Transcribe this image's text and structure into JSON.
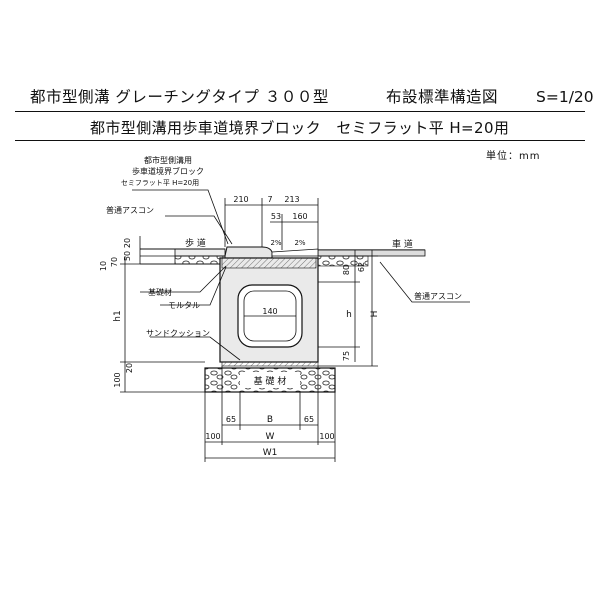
{
  "header": {
    "title": "都市型側溝 グレーチングタイプ ３００型",
    "standard": "布設標準構造図",
    "scale": "S=1/20"
  },
  "subtitle": "都市型側溝用歩車道境界ブロック　セミフラット平 H=20用",
  "unit": "単位：mm",
  "labels": {
    "block_line1": "都市型側溝用",
    "block_line2": "歩車道境界ブロック",
    "block_line3": "セミフラット平 H=20用",
    "asphalt_left": "普通アスコン",
    "sidewalk": "歩 道",
    "roadway": "車 道",
    "base_material_left": "基礎材",
    "mortar": "モルタル",
    "sand_cushion": "サンドクッション",
    "asphalt_right": "普通アスコン",
    "base_material": "基 礎 材"
  },
  "dimensions": {
    "d210": "210",
    "d7": "7",
    "d213": "213",
    "d53": "53",
    "d160": "160",
    "slope_left": "2%",
    "slope_right": "2%",
    "d140": "140",
    "d80": "80",
    "d62": "62",
    "d75": "75",
    "h": "h",
    "H": "H",
    "h1": "h1",
    "d20": "20",
    "d50": "50",
    "d70": "70",
    "d10": "10",
    "d20b": "20",
    "d100": "100",
    "d65l": "65",
    "B": "B",
    "d65r": "65",
    "d100l": "100",
    "W": "W",
    "d100r": "100",
    "W1": "W1"
  },
  "colors": {
    "ink": "#111111",
    "fill_gray": "#d9d9d9",
    "hatch": "#444444"
  }
}
